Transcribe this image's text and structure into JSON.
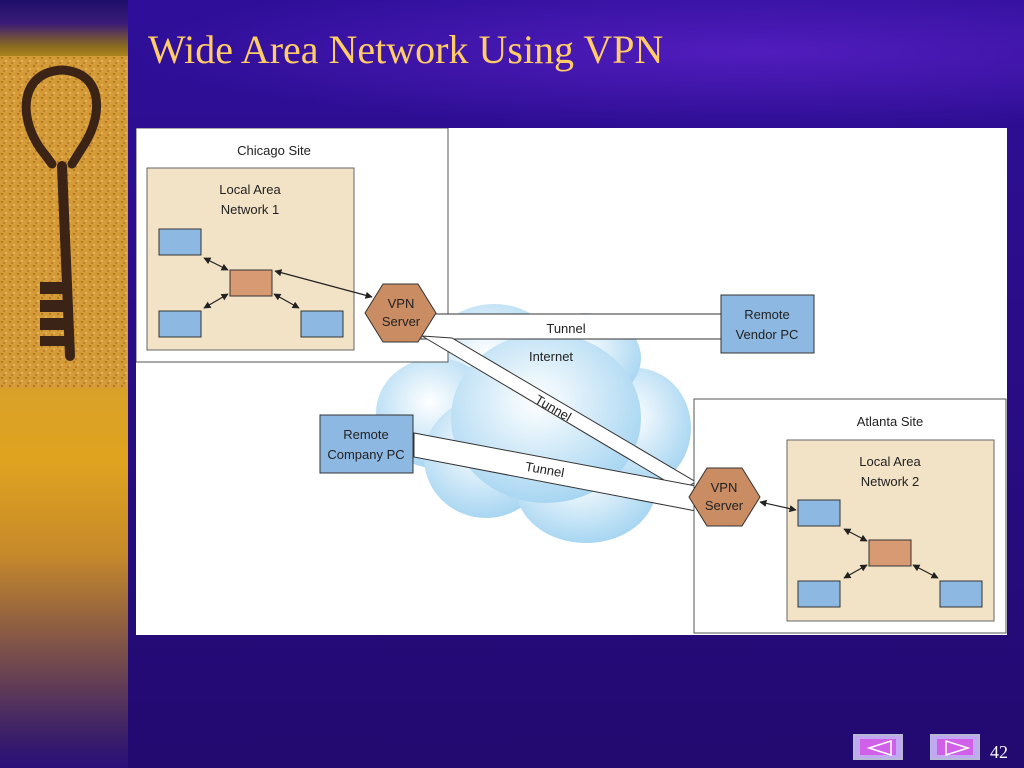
{
  "slide": {
    "title": "Wide Area Network Using VPN",
    "page_number": "42"
  },
  "diagram": {
    "chicago": {
      "site_label": "Chicago Site",
      "lan_label_1": "Local Area",
      "lan_label_2": "Network 1",
      "vpn_line_1": "VPN",
      "vpn_line_2": "Server"
    },
    "atlanta": {
      "site_label": "Atlanta Site",
      "lan_label_1": "Local Area",
      "lan_label_2": "Network 2",
      "vpn_line_1": "VPN",
      "vpn_line_2": "Server"
    },
    "internet_label": "Internet",
    "tunnel_label": "Tunnel",
    "remote_vendor_1": "Remote",
    "remote_vendor_2": "Vendor PC",
    "remote_company_1": "Remote",
    "remote_company_2": "Company PC"
  },
  "colors": {
    "background": "#2a0c86",
    "title": "#ffcc66",
    "node_blue": "#8db8e2",
    "hub_orange": "#d89a72",
    "vpn_hex": "#c98c63",
    "lan_fill": "#f3e3c6",
    "cloud": "#bfe2f7"
  },
  "nav": {
    "prev_icon": "triangle-left-icon",
    "next_icon": "triangle-right-icon"
  }
}
